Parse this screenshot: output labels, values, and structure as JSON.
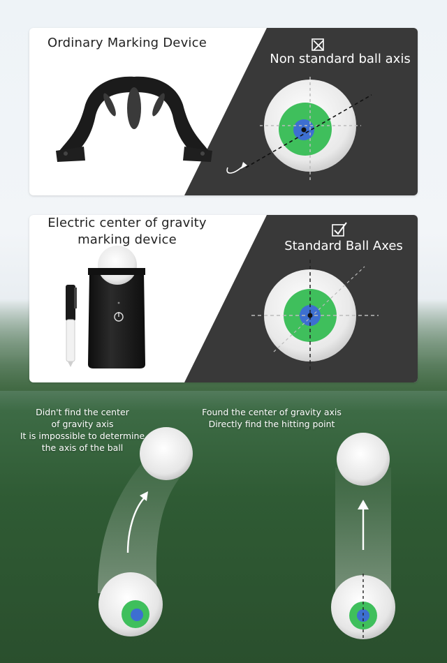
{
  "top_card": {
    "title": "Ordinary Marking Device",
    "axis_label": "Non standard ball axis",
    "icon": "x-box-icon"
  },
  "bottom_card": {
    "title_line1": "Electric center of gravity",
    "title_line2": "marking device",
    "axis_label": "Standard Ball Axes",
    "icon": "check-box-icon"
  },
  "left_caption": {
    "line1": "Didn't find the center",
    "line2": "of gravity axis",
    "line3": "It is impossible to determine",
    "line4": "the axis of the ball"
  },
  "right_caption": {
    "line1": "Found the center of gravity axis",
    "line2": "Directly find the hitting point"
  },
  "colors": {
    "dark_panel": "#3a3a3a",
    "ring_green": "#3fbf5c",
    "core_blue": "#3d6fd1",
    "ball_white": "#f4f4f4"
  }
}
